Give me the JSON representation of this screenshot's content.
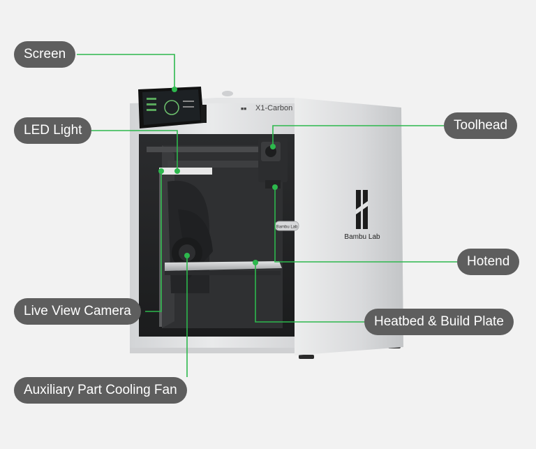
{
  "labels": {
    "screen": "Screen",
    "led_light": "LED Light",
    "toolhead": "Toolhead",
    "hotend": "Hotend",
    "live_view_camera": "Live View Camera",
    "heatbed_build_plate": "Heatbed & Build Plate",
    "aux_fan": "Auxiliary Part Cooling Fan"
  },
  "printer": {
    "model": "X1-Carbon",
    "brand": "Bambu Lab",
    "door_badge": "Bambu Lab"
  },
  "colors": {
    "leader_line": "#2db84d",
    "label_bg": "#5e5e5e",
    "label_text": "#ffffff",
    "background": "#f2f2f2"
  }
}
